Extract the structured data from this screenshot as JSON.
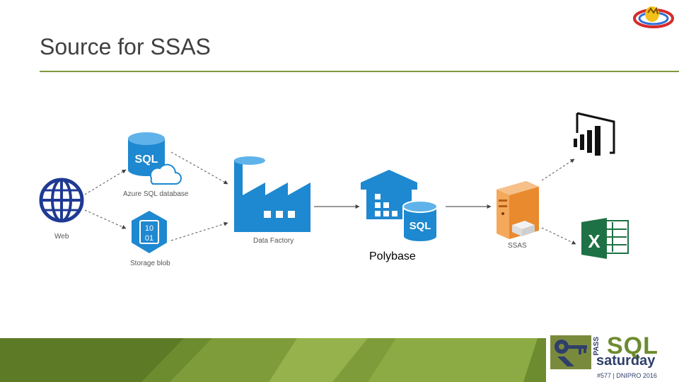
{
  "slide": {
    "title": "Source for SSAS"
  },
  "diagram": {
    "nodes": {
      "web": {
        "label": "Web",
        "icon": "globe-icon"
      },
      "azure_sql": {
        "label": "Azure SQL database",
        "icon_text": "SQL",
        "icon": "sql-cloud-icon"
      },
      "storage_blob": {
        "label": "Storage blob",
        "icon_text_top": "10",
        "icon_text_bottom": "01",
        "icon": "blob-icon"
      },
      "data_factory": {
        "label": "Data Factory",
        "icon": "factory-icon"
      },
      "polybase": {
        "label": "Polybase",
        "icon_text": "SQL",
        "icon": "warehouse-sql-icon"
      },
      "ssas": {
        "label": "SSAS",
        "icon": "server-icon"
      },
      "power_bi": {
        "icon": "power-bi-icon"
      },
      "excel": {
        "icon_text": "X",
        "icon": "excel-icon"
      }
    },
    "colors": {
      "azure_blue": "#1e88d0",
      "globe_blue": "#1f3a93",
      "server_orange": "#e98a2e",
      "excel_green": "#1e7145",
      "accent_green": "#7f9a3c"
    }
  },
  "branding": {
    "sql": "SQL",
    "saturday": "saturday",
    "pass": "PASS",
    "event": "#577 | DNIPRO 2016"
  }
}
